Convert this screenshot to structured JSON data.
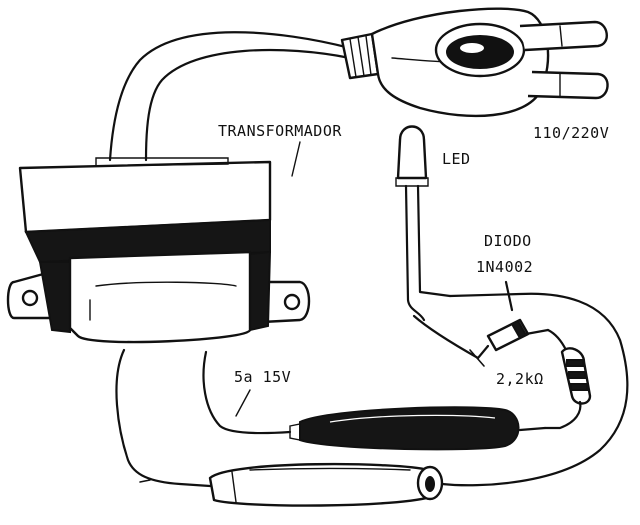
{
  "labels": {
    "transformer": "TRANSFORMADOR",
    "voltage_in": "110/220V",
    "led": "LED",
    "diode_title": "DIODO",
    "diode_part": "1N4002",
    "resistor": "2,2kΩ",
    "voltage_out": "5a 15V"
  },
  "colors": {
    "ink": "#111111",
    "paper": "#ffffff"
  }
}
